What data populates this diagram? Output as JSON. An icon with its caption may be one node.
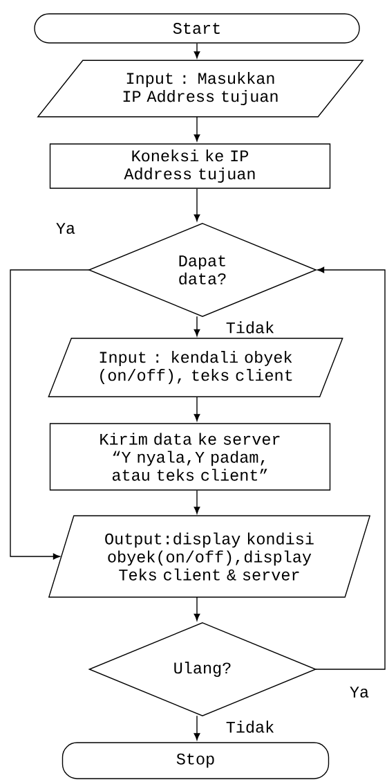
{
  "diagram": {
    "nodes": [
      {
        "text": [
          "Start"
        ]
      },
      {
        "text": [
          "Input : Masukkan IP Address tujuan"
        ]
      },
      {
        "text": [
          "Koneksi ke IP Address tujuan"
        ]
      },
      {
        "text": [
          "Dapat data?"
        ]
      },
      {
        "text": [
          "Input : kendali obyek (on/off), teks client"
        ]
      },
      {
        "text": [
          "Kirim data ke server “Y nyala,Y padam, atau teks client”"
        ]
      },
      {
        "text": [
          "Output:display kondisi obyek(on/off),display Teks client & server"
        ]
      },
      {
        "text": [
          "Ulang?"
        ]
      },
      {
        "text": [
          "Stop"
        ]
      }
    ],
    "edges": [
      {
        "from": 0,
        "to": 1,
        "arrow": "to"
      },
      {
        "from": 1,
        "to": 2,
        "arrow": "to"
      },
      {
        "from": 2,
        "to": 3,
        "arrow": "to"
      },
      {
        "from": 3,
        "to": 4,
        "arrow": "to",
        "label": "Tidak"
      },
      {
        "from": 3,
        "to": 6,
        "arrow": "to",
        "label": "Ya"
      },
      {
        "from": 4,
        "to": 5,
        "arrow": "to"
      },
      {
        "from": 5,
        "to": 6,
        "arrow": "to"
      },
      {
        "from": 6,
        "to": 7,
        "arrow": "to"
      },
      {
        "from": 7,
        "to": 8,
        "arrow": "to",
        "label": "Tidak"
      },
      {
        "from": 7,
        "to": 3,
        "arrow": "to",
        "label": "Ya"
      }
    ]
  }
}
